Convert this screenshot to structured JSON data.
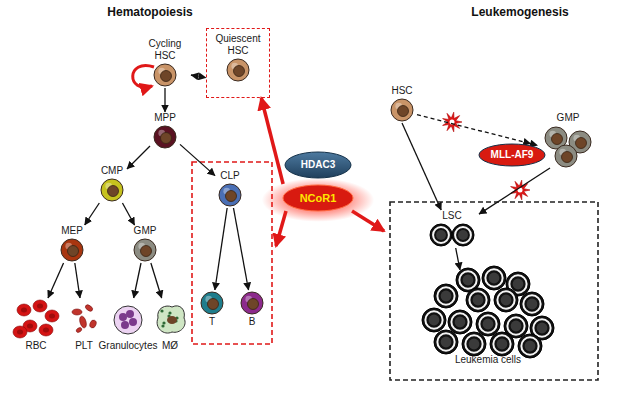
{
  "diagram": {
    "nodes": [
      {
        "text": [
          "Cycling HSC"
        ]
      },
      {
        "text": [
          "Quiescent HSC"
        ]
      },
      {
        "text": [
          "MPP"
        ]
      },
      {
        "text": [
          "CMP"
        ]
      },
      {
        "text": [
          "CLP"
        ]
      },
      {
        "text": [
          "MEP"
        ]
      },
      {
        "text": [
          "GMP"
        ]
      },
      {
        "text": [
          "RBC"
        ]
      },
      {
        "text": [
          "PLT"
        ]
      },
      {
        "text": [
          "Granulocytes"
        ]
      },
      {
        "text": [
          "MØ"
        ]
      },
      {
        "text": [
          "T"
        ]
      },
      {
        "text": [
          "B"
        ]
      },
      {
        "text": [
          "HDAC3"
        ]
      },
      {
        "text": [
          "NCoR1"
        ]
      },
      {
        "text": [
          "HSC"
        ]
      },
      {
        "text": [
          "GMP"
        ]
      },
      {
        "text": [
          "MLL-AF9"
        ]
      },
      {
        "text": [
          "LSC"
        ]
      },
      {
        "text": [
          "Leukemia cells"
        ]
      }
    ],
    "edges": [
      {
        "from": 0,
        "to": 1,
        "arrow": "both"
      },
      {
        "from": 0,
        "to": 2,
        "arrow": "to"
      },
      {
        "from": 2,
        "to": 3,
        "arrow": "to"
      },
      {
        "from": 2,
        "to": 4,
        "arrow": "to"
      },
      {
        "from": 3,
        "to": 5,
        "arrow": "to"
      },
      {
        "from": 3,
        "to": 6,
        "arrow": "to"
      },
      {
        "from": 5,
        "to": 7,
        "arrow": "to"
      },
      {
        "from": 5,
        "to": 8,
        "arrow": "to"
      },
      {
        "from": 6,
        "to": 9,
        "arrow": "to"
      },
      {
        "from": 6,
        "to": 10,
        "arrow": "to"
      },
      {
        "from": 4,
        "to": 11,
        "arrow": "to"
      },
      {
        "from": 4,
        "to": 12,
        "arrow": "to"
      },
      {
        "from": 14,
        "to": 1,
        "arrow": "to"
      },
      {
        "from": 15,
        "to": 16,
        "arrow": "to"
      },
      {
        "from": 15,
        "to": 18,
        "arrow": "to"
      },
      {
        "from": 16,
        "to": 18,
        "arrow": "to"
      },
      {
        "from": 18,
        "to": 19,
        "arrow": "to"
      }
    ],
    "labels": [
      "Hematopoiesis",
      "Leukemogenesis"
    ]
  }
}
